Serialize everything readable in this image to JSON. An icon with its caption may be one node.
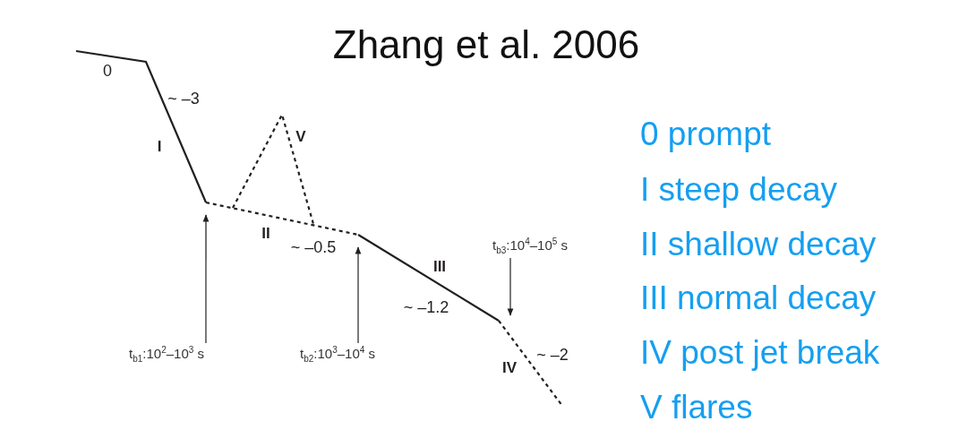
{
  "diagram": {
    "title": "Zhang et al. 2006",
    "nodes": [
      {
        "text": [
          "t$_{b1}$:10$^{2}$–10$^{3}$ s"
        ]
      },
      {
        "text": [
          "t$_{b2}$:10$^{3}$–10$^{4}$ s"
        ]
      },
      {
        "text": [
          "t$_{b3}$:10$^{4}$–10$^{5}$ s"
        ]
      }
    ],
    "edges": [
      {
        "from": 0,
        "to": null,
        "arrow": "to"
      },
      {
        "from": 1,
        "to": null,
        "arrow": "to"
      },
      {
        "from": 2,
        "to": null,
        "arrow": "to"
      }
    ],
    "labels": [
      "0",
      "~ –3",
      "I",
      "V",
      "II",
      "~ –0.5",
      "III",
      "~ –1.2",
      "~ –2",
      "IV",
      "0 prompt",
      "I steep decay",
      "II shallow decay",
      "III normal decay",
      "IV post jet break",
      "V flares"
    ]
  }
}
